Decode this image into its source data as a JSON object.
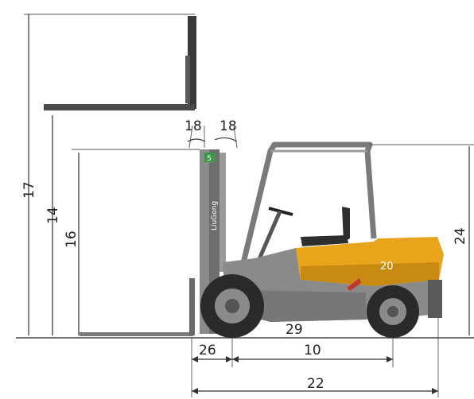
{
  "colors": {
    "body_orange": "#e8a51c",
    "body_orange_dark": "#c98a12",
    "frame_grey": "#8a8a8a",
    "frame_dark": "#5a5a5a",
    "tire": "#2a2a2a",
    "mast_grey": "#7b7b7b",
    "line": "#333333"
  },
  "dimensions": {
    "d17": "17",
    "d14": "14",
    "d16": "16",
    "d18a": "18",
    "d18b": "18",
    "d24": "24",
    "d20": "20",
    "d29": "29",
    "d26": "26",
    "d10": "10",
    "d22": "22"
  },
  "mast_brand": "LiuGong",
  "mast_badge": "5"
}
